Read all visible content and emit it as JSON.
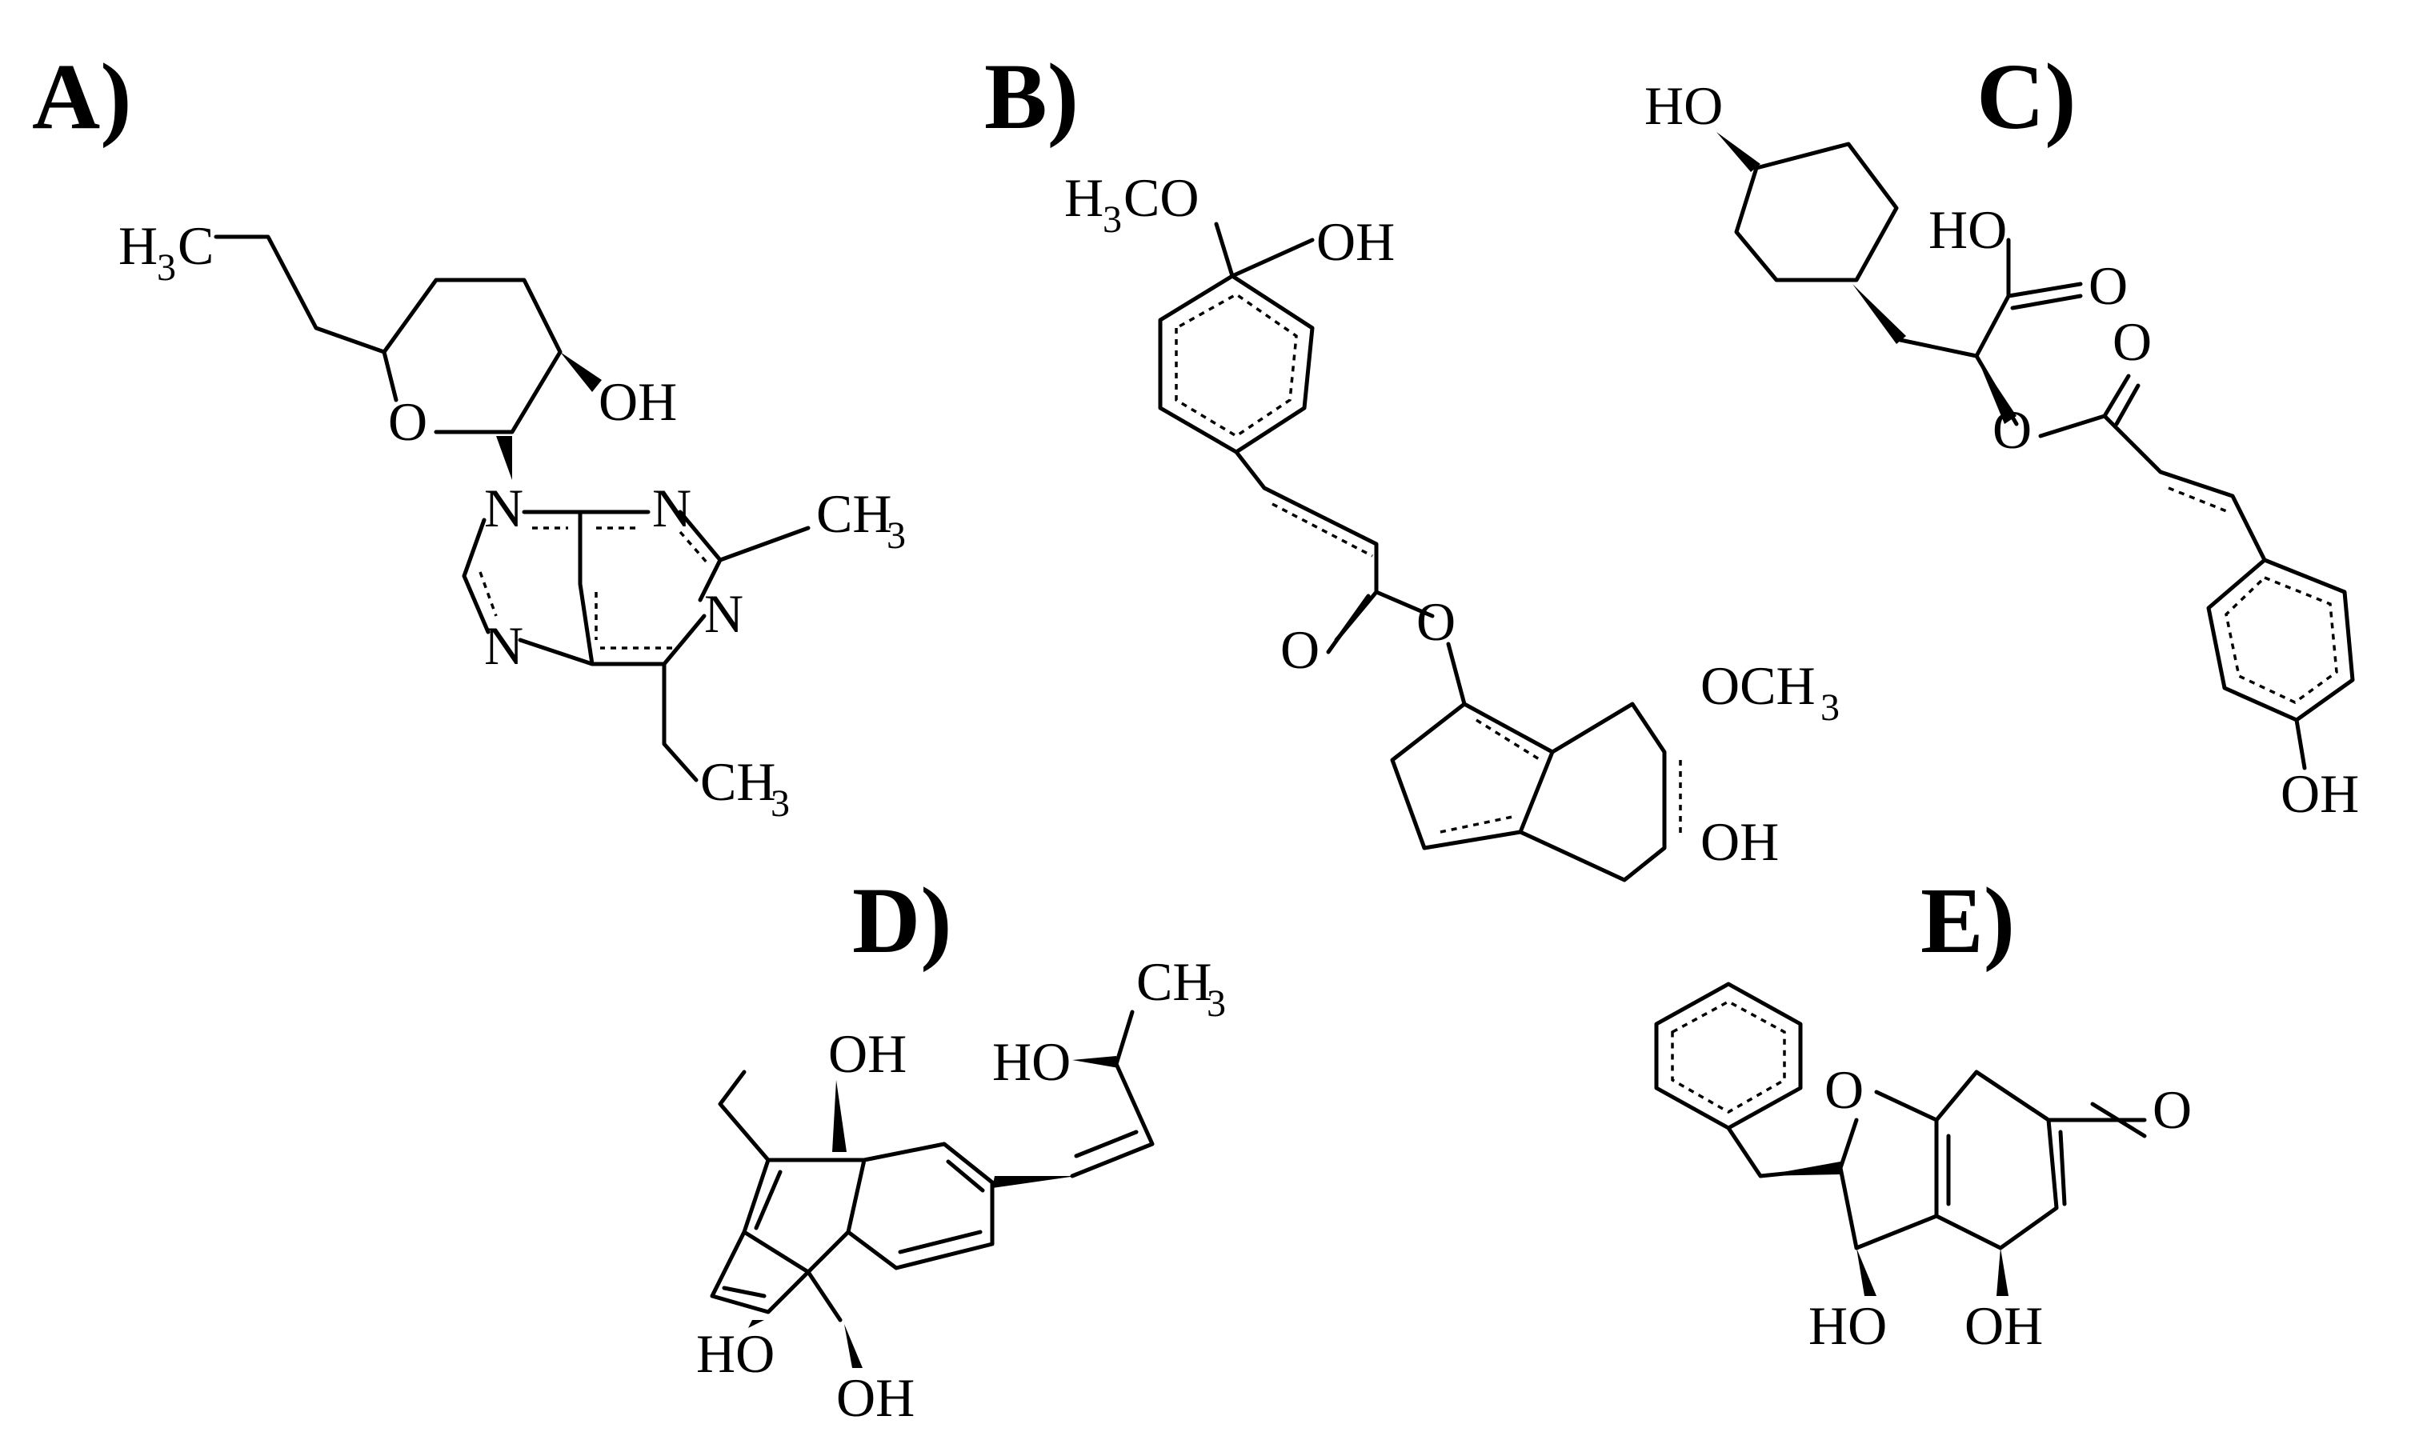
{
  "panels": {
    "a": {
      "letter": "A)"
    },
    "b": {
      "letter": "B)"
    },
    "c": {
      "letter": "C)"
    },
    "d": {
      "letter": "D)"
    },
    "e": {
      "letter": "E)"
    }
  },
  "atoms": {
    "a": {
      "h3c": "H",
      "h3c_sub": "3",
      "h3c_c": "C",
      "o": "O",
      "oh": "OH",
      "n9": "N",
      "n3": "N",
      "n1": "N",
      "n7": "N",
      "ch3_top": "CH",
      "ch3_top_sub": "3",
      "ch3_bot": "CH",
      "ch3_bot_sub": "3"
    },
    "b": {
      "h3co": "H",
      "h3co_sub": "3",
      "h3co_co": "CO",
      "oh_top": "OH",
      "o_carbonyl": "O",
      "o_ester": "O",
      "och3": "OCH",
      "och3_sub": "3",
      "oh_bot": "OH"
    },
    "c": {
      "ho_top": "HO",
      "ho_acid": "HO",
      "o_acid": "O",
      "o_ester": "O",
      "o_carbonyl": "O",
      "oh_bot": "OH"
    },
    "d": {
      "ch3": "CH",
      "ch3_sub": "3",
      "ho_side": "HO",
      "oh_top": "OH",
      "ho_left": "HO",
      "oh_bot": "OH"
    },
    "e": {
      "o_ring": "O",
      "o_ald": "O",
      "ho_left": "HO",
      "oh_right": "OH"
    }
  }
}
